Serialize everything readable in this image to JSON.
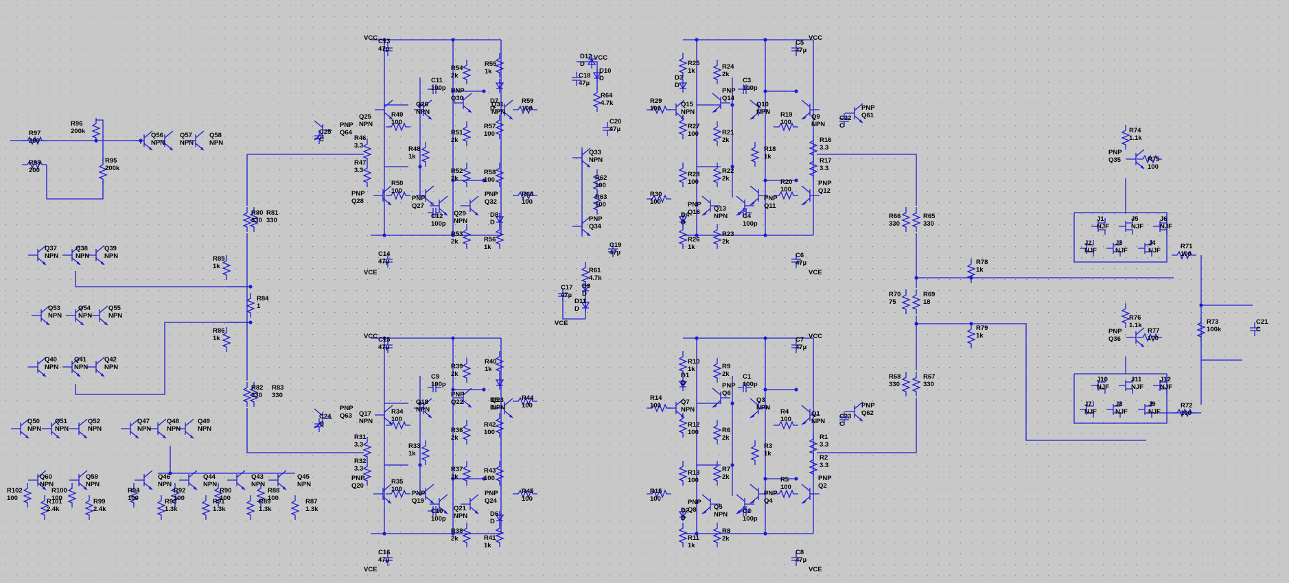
{
  "app": {
    "name": "LTspice schematic editor"
  },
  "theme": {
    "background": "#c8c8c8",
    "wire": "#1b1bd8",
    "text": "#000000",
    "grid": "#7a7a7a"
  },
  "icons": {
    "resistor": "resistor-zigzag-icon",
    "capacitor": "capacitor-icon",
    "transistor": "bjt-transistor-icon",
    "jfet": "jfet-icon",
    "diode": "diode-icon",
    "ground": "ground-icon"
  },
  "schematic": {
    "nets": {
      "vcc": "VCC",
      "vce": "VCE"
    },
    "resistors": [
      {
        "ref": "R1",
        "val": "3.3"
      },
      {
        "ref": "R2",
        "val": "3.3"
      },
      {
        "ref": "R3",
        "val": "1k"
      },
      {
        "ref": "R4",
        "val": "100"
      },
      {
        "ref": "R5",
        "val": "100"
      },
      {
        "ref": "R6",
        "val": "2k"
      },
      {
        "ref": "R7",
        "val": "2k"
      },
      {
        "ref": "R8",
        "val": "2k"
      },
      {
        "ref": "R9",
        "val": "2k"
      },
      {
        "ref": "R10",
        "val": "1k"
      },
      {
        "ref": "R11",
        "val": "1k"
      },
      {
        "ref": "R12",
        "val": "100"
      },
      {
        "ref": "R13",
        "val": "100"
      },
      {
        "ref": "R14",
        "val": "100"
      },
      {
        "ref": "R15",
        "val": "100"
      },
      {
        "ref": "R16",
        "val": "3.3"
      },
      {
        "ref": "R17",
        "val": "3.3"
      },
      {
        "ref": "R18",
        "val": "1k"
      },
      {
        "ref": "R19",
        "val": "100"
      },
      {
        "ref": "R20",
        "val": "100"
      },
      {
        "ref": "R21",
        "val": "2k"
      },
      {
        "ref": "R22",
        "val": "2k"
      },
      {
        "ref": "R23",
        "val": "2k"
      },
      {
        "ref": "R24",
        "val": "2k"
      },
      {
        "ref": "R25",
        "val": "1k"
      },
      {
        "ref": "R26",
        "val": "1k"
      },
      {
        "ref": "R27",
        "val": "100"
      },
      {
        "ref": "R28",
        "val": "100"
      },
      {
        "ref": "R29",
        "val": "100"
      },
      {
        "ref": "R30",
        "val": "100"
      },
      {
        "ref": "R31",
        "val": "3.3"
      },
      {
        "ref": "R32",
        "val": "3.3"
      },
      {
        "ref": "R33",
        "val": "1k"
      },
      {
        "ref": "R34",
        "val": "100"
      },
      {
        "ref": "R35",
        "val": "100"
      },
      {
        "ref": "R36",
        "val": "2k"
      },
      {
        "ref": "R37",
        "val": "2k"
      },
      {
        "ref": "R38",
        "val": "2k"
      },
      {
        "ref": "R39",
        "val": "2k"
      },
      {
        "ref": "R40",
        "val": "1k"
      },
      {
        "ref": "R41",
        "val": "1k"
      },
      {
        "ref": "R42",
        "val": "100"
      },
      {
        "ref": "R43",
        "val": "100"
      },
      {
        "ref": "R44",
        "val": "100"
      },
      {
        "ref": "R45",
        "val": "100"
      },
      {
        "ref": "R46",
        "val": "3.3"
      },
      {
        "ref": "R47",
        "val": "3.3"
      },
      {
        "ref": "R48",
        "val": "1k"
      },
      {
        "ref": "R49",
        "val": "100"
      },
      {
        "ref": "R50",
        "val": "100"
      },
      {
        "ref": "R51",
        "val": "2k"
      },
      {
        "ref": "R52",
        "val": "2k"
      },
      {
        "ref": "R53",
        "val": "2k"
      },
      {
        "ref": "R54",
        "val": "2k"
      },
      {
        "ref": "R55",
        "val": "1k"
      },
      {
        "ref": "R56",
        "val": "1k"
      },
      {
        "ref": "R57",
        "val": "100"
      },
      {
        "ref": "R58",
        "val": "100"
      },
      {
        "ref": "R59",
        "val": "100"
      },
      {
        "ref": "R60",
        "val": "100"
      },
      {
        "ref": "R61",
        "val": "4.7k"
      },
      {
        "ref": "R62",
        "val": "100"
      },
      {
        "ref": "R63",
        "val": "100"
      },
      {
        "ref": "R64",
        "val": "4.7k"
      },
      {
        "ref": "R65",
        "val": "330"
      },
      {
        "ref": "R66",
        "val": "330"
      },
      {
        "ref": "R67",
        "val": "330"
      },
      {
        "ref": "R68",
        "val": "330"
      },
      {
        "ref": "R69",
        "val": "18"
      },
      {
        "ref": "R70",
        "val": "75"
      },
      {
        "ref": "R71",
        "val": "100"
      },
      {
        "ref": "R72",
        "val": "100"
      },
      {
        "ref": "R73",
        "val": "100k"
      },
      {
        "ref": "R74",
        "val": "1.1k"
      },
      {
        "ref": "R75",
        "val": "100"
      },
      {
        "ref": "R76",
        "val": "1.1k"
      },
      {
        "ref": "R77",
        "val": "100"
      },
      {
        "ref": "R78",
        "val": "1k"
      },
      {
        "ref": "R79",
        "val": "1k"
      },
      {
        "ref": "R80",
        "val": "330"
      },
      {
        "ref": "R81",
        "val": "330"
      },
      {
        "ref": "R82",
        "val": "330"
      },
      {
        "ref": "R83",
        "val": "330"
      },
      {
        "ref": "R84",
        "val": "1"
      },
      {
        "ref": "R85",
        "val": "1k"
      },
      {
        "ref": "R86",
        "val": "1k"
      },
      {
        "ref": "R87",
        "val": "1.3k"
      },
      {
        "ref": "R88",
        "val": "100"
      },
      {
        "ref": "R89",
        "val": "1.3k"
      },
      {
        "ref": "R90",
        "val": "100"
      },
      {
        "ref": "R91",
        "val": "1.3k"
      },
      {
        "ref": "R92",
        "val": "100"
      },
      {
        "ref": "R93",
        "val": "1.3k"
      },
      {
        "ref": "R94",
        "val": "100"
      },
      {
        "ref": "R95",
        "val": "200k"
      },
      {
        "ref": "R96",
        "val": "200k"
      },
      {
        "ref": "R97",
        "val": "200"
      },
      {
        "ref": "R98",
        "val": "200"
      },
      {
        "ref": "R99",
        "val": "2.4k"
      },
      {
        "ref": "R100",
        "val": "100"
      },
      {
        "ref": "R101",
        "val": "2.4k"
      },
      {
        "ref": "R102",
        "val": "100"
      }
    ],
    "capacitors": [
      {
        "ref": "C1",
        "val": "100p"
      },
      {
        "ref": "C2",
        "val": "100p"
      },
      {
        "ref": "C3",
        "val": "100p"
      },
      {
        "ref": "C4",
        "val": "100p"
      },
      {
        "ref": "C5",
        "val": "47µ"
      },
      {
        "ref": "C6",
        "val": "47µ"
      },
      {
        "ref": "C7",
        "val": "47µ"
      },
      {
        "ref": "C8",
        "val": "47µ"
      },
      {
        "ref": "C9",
        "val": "100p"
      },
      {
        "ref": "C10",
        "val": "100p"
      },
      {
        "ref": "C11",
        "val": "100p"
      },
      {
        "ref": "C12",
        "val": "100p"
      },
      {
        "ref": "C13",
        "val": "47µ"
      },
      {
        "ref": "C14",
        "val": "47µ"
      },
      {
        "ref": "C15",
        "val": "47µ"
      },
      {
        "ref": "C16",
        "val": "47µ"
      },
      {
        "ref": "C17",
        "val": "47µ"
      },
      {
        "ref": "C18",
        "val": "47µ"
      },
      {
        "ref": "C19",
        "val": "47µ"
      },
      {
        "ref": "C20",
        "val": "47µ"
      },
      {
        "ref": "C21",
        "val": "C"
      },
      {
        "ref": "C22",
        "val": "C"
      },
      {
        "ref": "C23",
        "val": "C"
      },
      {
        "ref": "C24",
        "val": "C"
      },
      {
        "ref": "C25",
        "val": "C"
      }
    ],
    "transistors": [
      {
        "ref": "Q1",
        "type": "NPN"
      },
      {
        "ref": "Q2",
        "type": "PNP"
      },
      {
        "ref": "Q3",
        "type": "NPN"
      },
      {
        "ref": "Q4",
        "type": "PNP"
      },
      {
        "ref": "Q5",
        "type": "NPN"
      },
      {
        "ref": "Q6",
        "type": "PNP"
      },
      {
        "ref": "Q7",
        "type": "NPN"
      },
      {
        "ref": "Q8",
        "type": "PNP"
      },
      {
        "ref": "Q9",
        "type": "NPN"
      },
      {
        "ref": "Q10",
        "type": "NPN"
      },
      {
        "ref": "Q11",
        "type": "PNP"
      },
      {
        "ref": "Q12",
        "type": "PNP"
      },
      {
        "ref": "Q13",
        "type": "NPN"
      },
      {
        "ref": "Q14",
        "type": "PNP"
      },
      {
        "ref": "Q15",
        "type": "NPN"
      },
      {
        "ref": "Q16",
        "type": "PNP"
      },
      {
        "ref": "Q17",
        "type": "NPN"
      },
      {
        "ref": "Q18",
        "type": "NPN"
      },
      {
        "ref": "Q19",
        "type": "PNP"
      },
      {
        "ref": "Q20",
        "type": "PNP"
      },
      {
        "ref": "Q21",
        "type": "NPN"
      },
      {
        "ref": "Q22",
        "type": "PNP"
      },
      {
        "ref": "Q23",
        "type": "NPN"
      },
      {
        "ref": "Q24",
        "type": "PNP"
      },
      {
        "ref": "Q25",
        "type": "NPN"
      },
      {
        "ref": "Q26",
        "type": "NPN"
      },
      {
        "ref": "Q27",
        "type": "PNP"
      },
      {
        "ref": "Q28",
        "type": "PNP"
      },
      {
        "ref": "Q29",
        "type": "NPN"
      },
      {
        "ref": "Q30",
        "type": "PNP"
      },
      {
        "ref": "Q31",
        "type": "NPN"
      },
      {
        "ref": "Q32",
        "type": "PNP"
      },
      {
        "ref": "Q33",
        "type": "NPN"
      },
      {
        "ref": "Q34",
        "type": "PNP"
      },
      {
        "ref": "Q35",
        "type": "PNP"
      },
      {
        "ref": "Q36",
        "type": "PNP"
      },
      {
        "ref": "Q37",
        "type": "NPN"
      },
      {
        "ref": "Q38",
        "type": "NPN"
      },
      {
        "ref": "Q39",
        "type": "NPN"
      },
      {
        "ref": "Q40",
        "type": "NPN"
      },
      {
        "ref": "Q41",
        "type": "NPN"
      },
      {
        "ref": "Q42",
        "type": "NPN"
      },
      {
        "ref": "Q43",
        "type": "NPN"
      },
      {
        "ref": "Q44",
        "type": "NPN"
      },
      {
        "ref": "Q45",
        "type": "NPN"
      },
      {
        "ref": "Q46",
        "type": "NPN"
      },
      {
        "ref": "Q47",
        "type": "NPN"
      },
      {
        "ref": "Q48",
        "type": "NPN"
      },
      {
        "ref": "Q49",
        "type": "NPN"
      },
      {
        "ref": "Q50",
        "type": "NPN"
      },
      {
        "ref": "Q51",
        "type": "NPN"
      },
      {
        "ref": "Q52",
        "type": "NPN"
      },
      {
        "ref": "Q53",
        "type": "NPN"
      },
      {
        "ref": "Q54",
        "type": "NPN"
      },
      {
        "ref": "Q55",
        "type": "NPN"
      },
      {
        "ref": "Q56",
        "type": "NPN"
      },
      {
        "ref": "Q57",
        "type": "NPN"
      },
      {
        "ref": "Q58",
        "type": "NPN"
      },
      {
        "ref": "Q59",
        "type": "NPN"
      },
      {
        "ref": "Q60",
        "type": "NPN"
      },
      {
        "ref": "Q61",
        "type": "PNP"
      },
      {
        "ref": "Q62",
        "type": "PNP"
      },
      {
        "ref": "Q63",
        "type": "PNP"
      },
      {
        "ref": "Q64",
        "type": "PNP"
      }
    ],
    "jfets": [
      {
        "ref": "J1",
        "type": "NJF"
      },
      {
        "ref": "J2",
        "type": "NJF"
      },
      {
        "ref": "J3",
        "type": "NJF"
      },
      {
        "ref": "J4",
        "type": "NJF"
      },
      {
        "ref": "J5",
        "type": "NJF"
      },
      {
        "ref": "J6",
        "type": "NJF"
      },
      {
        "ref": "J7",
        "type": "NJF"
      },
      {
        "ref": "J8",
        "type": "NJF"
      },
      {
        "ref": "J9",
        "type": "NJF"
      },
      {
        "ref": "J10",
        "type": "NJF"
      },
      {
        "ref": "J11",
        "type": "NJF"
      },
      {
        "ref": "J12",
        "type": "NJF"
      }
    ],
    "diodes": [
      {
        "ref": "D1",
        "val": "D"
      },
      {
        "ref": "D2",
        "val": "D"
      },
      {
        "ref": "D3",
        "val": "D"
      },
      {
        "ref": "D4",
        "val": "D"
      },
      {
        "ref": "D5",
        "val": "D"
      },
      {
        "ref": "D6",
        "val": "D"
      },
      {
        "ref": "D7",
        "val": "D"
      },
      {
        "ref": "D8",
        "val": "D"
      },
      {
        "ref": "D9",
        "val": "D"
      },
      {
        "ref": "D10",
        "val": "D"
      },
      {
        "ref": "D11",
        "val": "D"
      },
      {
        "ref": "D12",
        "val": "D"
      }
    ]
  }
}
